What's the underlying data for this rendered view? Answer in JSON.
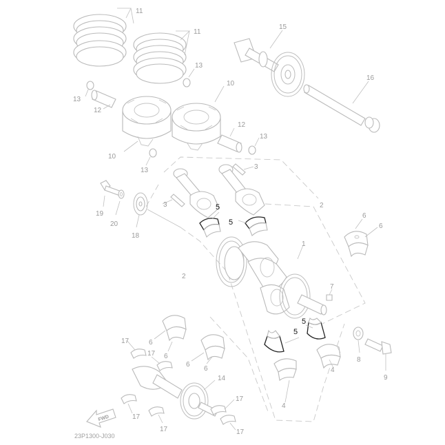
{
  "callouts": {
    "c1": "1",
    "c2a": "2",
    "c2b": "2",
    "c3a": "3",
    "c3b": "3",
    "c4a": "4",
    "c4b": "4",
    "c5a": "5",
    "c5b": "5",
    "c5c": "5",
    "c5d": "5",
    "c6a": "6",
    "c6b": "6",
    "c6c": "6",
    "c6d": "6",
    "c6e": "6",
    "c6f": "6",
    "c7": "7",
    "c8": "8",
    "c9": "9",
    "c10a": "10",
    "c10b": "10",
    "c11a": "11",
    "c11b": "11",
    "c12a": "12",
    "c12b": "12",
    "c13a": "13",
    "c13b": "13",
    "c13c": "13",
    "c13d": "13",
    "c14": "14",
    "c15": "15",
    "c16": "16",
    "c17a": "17",
    "c17b": "17",
    "c17c": "17",
    "c17d": "17",
    "c17e": "17",
    "c18": "18",
    "c19": "19",
    "c20": "20"
  },
  "fwd_label": "FWD",
  "diagram_code": "23P1300-J030",
  "highlight_color": "#222222",
  "line_color": "#bbbbbb"
}
